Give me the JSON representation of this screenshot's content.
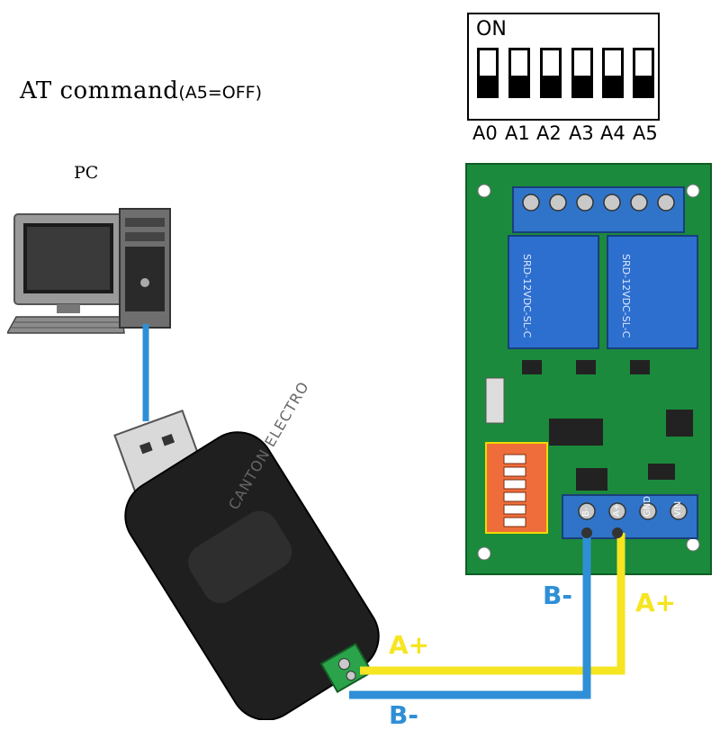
{
  "title": {
    "main": "AT command",
    "sub": "(A5=OFF)"
  },
  "pc": {
    "label": "PC"
  },
  "dip": {
    "on_label": "ON",
    "switches": [
      {
        "name": "A0",
        "state": "off"
      },
      {
        "name": "A1",
        "state": "off"
      },
      {
        "name": "A2",
        "state": "off"
      },
      {
        "name": "A3",
        "state": "off"
      },
      {
        "name": "A4",
        "state": "off"
      },
      {
        "name": "A5",
        "state": "off"
      }
    ]
  },
  "usb_adapter": {
    "brand_text": "CANTON ELECTRO"
  },
  "board": {
    "relay_text": "SRD-12VDC-SL-C",
    "terminal_labels": [
      "B-",
      "A+",
      "GND",
      "VIN"
    ]
  },
  "wires": {
    "a_plus": "A+",
    "b_minus": "B-",
    "b_bottom": "B-"
  },
  "colors": {
    "wire_yellow": "#f6e520",
    "wire_blue": "#2f8fd6",
    "pcb_green": "#1b8a3c",
    "terminal_blue": "#2f74c8",
    "relay_blue": "#2d6fcf",
    "dip_orange": "#ef6d3a"
  }
}
